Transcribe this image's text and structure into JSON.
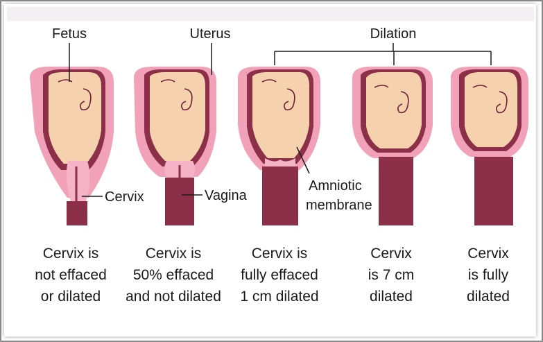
{
  "labels": {
    "fetus": "Fetus",
    "uterus": "Uterus",
    "dilation": "Dilation",
    "cervix": "Cervix",
    "vagina": "Vagina",
    "amniotic_line1": "Amniotic",
    "amniotic_line2": "membrane"
  },
  "stages": [
    {
      "caption": [
        "Cervix is",
        "not effaced",
        "or dilated"
      ]
    },
    {
      "caption": [
        "Cervix is",
        "50% effaced",
        "and not dilated"
      ]
    },
    {
      "caption": [
        "Cervix is",
        "fully effaced",
        "1 cm dilated"
      ]
    },
    {
      "caption": [
        "Cervix",
        "is 7 cm",
        "dilated"
      ]
    },
    {
      "caption": [
        "Cervix",
        "is fully",
        "dilated"
      ]
    }
  ],
  "colors": {
    "outer_pink": "#f2a2b8",
    "uterine_wall": "#8c2f48",
    "fetus_skin": "#f5d2ad",
    "cervix_pink": "#f4b3c6",
    "vagina": "#8c2f48",
    "bg_top": "#f7f1f4",
    "frame": "#8a8a8a"
  }
}
